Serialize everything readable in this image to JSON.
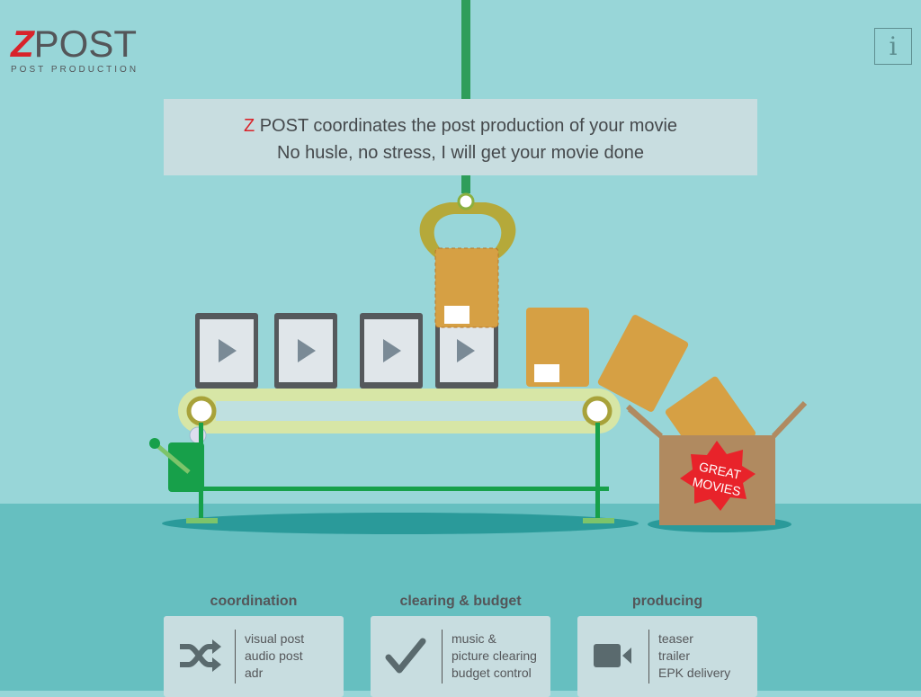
{
  "logo": {
    "z": "Z",
    "post": "POST",
    "subtitle": "POST PRODUCTION"
  },
  "info_button": "i",
  "banner": {
    "z": "Z",
    "line1": " POST coordinates the post production of your movie",
    "line2": "No husle, no stress, I will get your movie done"
  },
  "box_label": [
    "GREAT",
    "MOVIES"
  ],
  "cards": [
    {
      "title": "coordination",
      "icon": "shuffle-icon",
      "lines": [
        "visual post",
        "audio post",
        "adr"
      ]
    },
    {
      "title": "clearing & budget",
      "icon": "checkmark-icon",
      "lines": [
        "music &",
        "picture clearing",
        "budget control"
      ]
    },
    {
      "title": "producing",
      "icon": "video-camera-icon",
      "lines": [
        "teaser",
        "trailer",
        "EPK delivery"
      ]
    }
  ],
  "colors": {
    "accent": "#d8232a",
    "sky": "#98d6d8",
    "floor": "#66bfc0",
    "card": "#c8dde0"
  }
}
